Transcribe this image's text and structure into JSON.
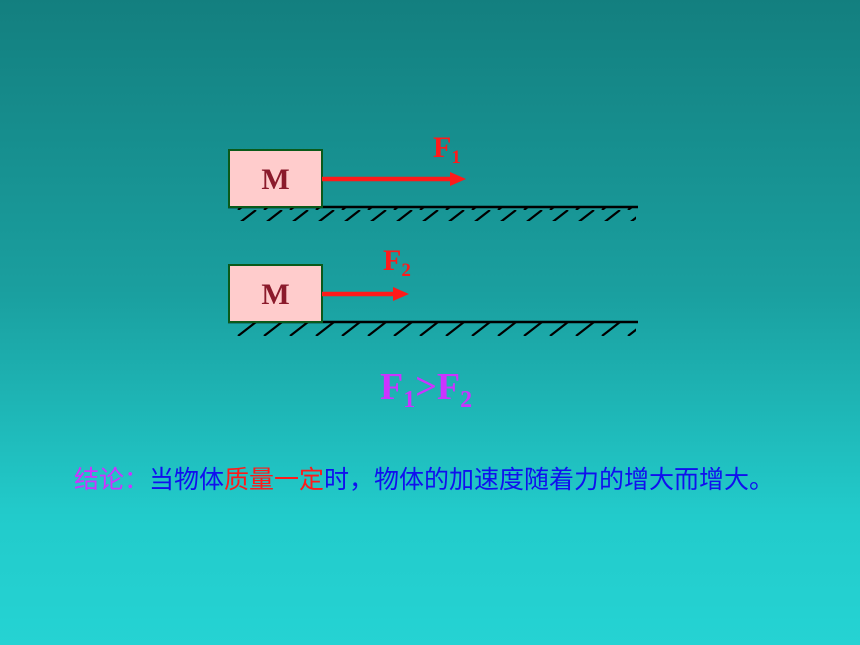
{
  "diagram": {
    "block_top_label": "M",
    "block_bottom_label": "M",
    "force_top": {
      "letter": "F",
      "sub": "1"
    },
    "force_bottom": {
      "letter": "F",
      "sub": "2"
    }
  },
  "relation": {
    "left_letter": "F",
    "left_sub": "1",
    "operator": ">",
    "right_letter": "F",
    "right_sub": "2"
  },
  "conclusion": {
    "head": "结论：",
    "part1": "当物体",
    "highlight": "质量一定",
    "part2": "时，物体的加速度随着力的增大而增大。"
  },
  "colors": {
    "force": "#ff1a1a",
    "block_fill": "#ffcccc",
    "block_text": "#8b1a2b",
    "relation": "#cc33ff",
    "text_blue": "#1010ee"
  }
}
